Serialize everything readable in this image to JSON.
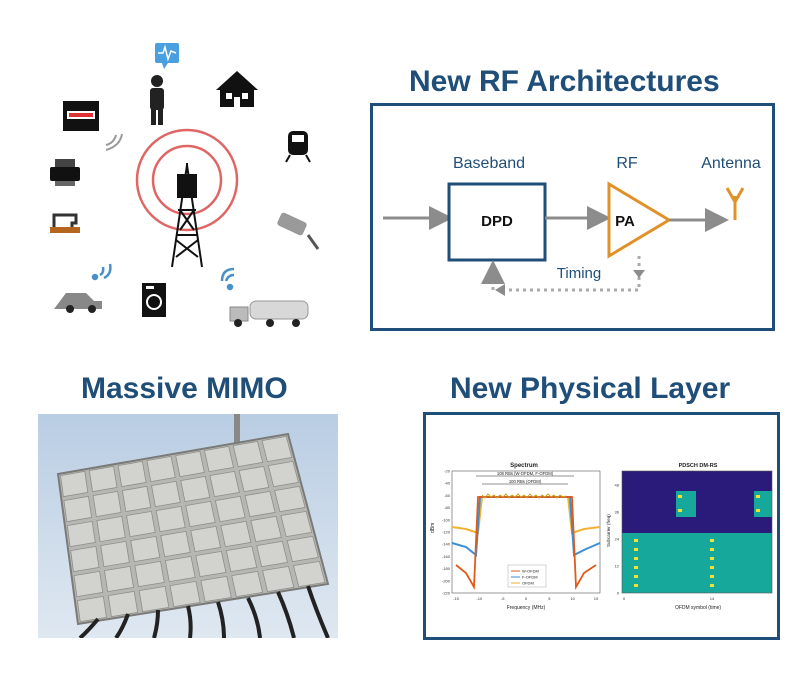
{
  "headings": {
    "rf": "New RF Architectures",
    "mimo": "Massive MIMO",
    "phy": "New Physical Layer"
  },
  "rf_diagram": {
    "baseband_label": "Baseband",
    "rf_label": "RF",
    "antenna_label": "Antenna",
    "dpd_label": "DPD",
    "pa_label": "PA",
    "timing_label": "Timing",
    "colors": {
      "block": "#1f4e79",
      "pa": "#e0922a",
      "arrow": "#8c8c8c"
    }
  },
  "iot": {
    "colors": {
      "ring": "#e06666",
      "wifi": "#4a90c8",
      "bubble": "#4a9fe0"
    },
    "icons": [
      "person-icon",
      "house-icon",
      "meter-icon",
      "printer-icon",
      "sewing-machine-icon",
      "car-icon",
      "washing-machine-icon",
      "truck-icon",
      "cctv-camera-icon",
      "train-icon",
      "cell-tower-icon"
    ]
  },
  "spectrum": {
    "title": "Spectrum",
    "annot1": "108 RBs (W-OFDM, F-OFDM)",
    "annot2": "100 RBs (OFDM)",
    "ylabel": "dBm",
    "xlabel": "Frequency (MHz)",
    "yticks": [
      "-20",
      "-40",
      "-60",
      "-80",
      "-100",
      "-120",
      "-140",
      "-160",
      "-180",
      "-200",
      "-220"
    ],
    "xticks": [
      "-15",
      "-10",
      "-5",
      "0",
      "5",
      "10",
      "15"
    ],
    "legend": [
      "W-OFDM",
      "F-OFDM",
      "OFDM"
    ]
  },
  "dmrs": {
    "title": "PDSCH DM-RS",
    "ylabel": "Subcarrier (freq)",
    "xlabel": "OFDM symbol (time)",
    "yticks": [
      "48",
      "36",
      "24",
      "12",
      "0"
    ],
    "xticks": [
      "0",
      "14"
    ]
  }
}
